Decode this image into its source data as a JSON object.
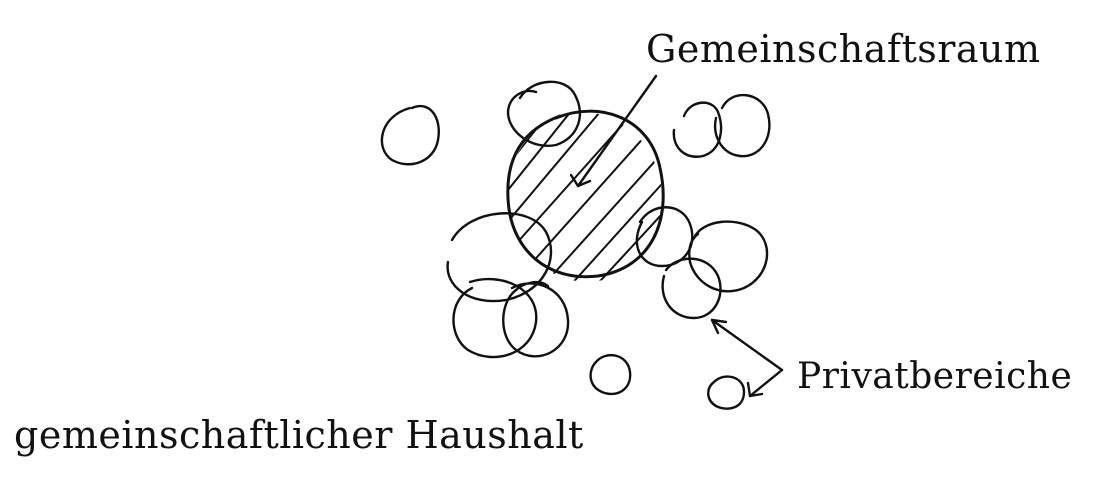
{
  "diagram": {
    "labels": {
      "common_room": "Gemeinschaftsraum",
      "private_areas": "Privatbereiche",
      "shared_household": "gemeinschaftlicher Haushalt"
    },
    "colors": {
      "ink": "#111111",
      "background": "#ffffff"
    }
  }
}
